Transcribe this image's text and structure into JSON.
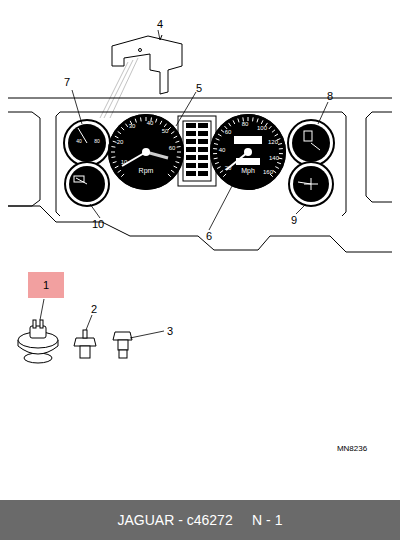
{
  "diagram": {
    "caption": "JAGUAR - c46272     N - 1",
    "nodes": [
      {
        "text": [
          "Rpm"
        ]
      },
      {
        "text": [
          "Mph"
        ]
      },
      {
        "text": [
          "1"
        ]
      },
      {
        "text": [
          "JAGUAR - c46272     N - 1"
        ]
      }
    ],
    "labels": [
      "4",
      "5",
      "7",
      "8",
      "6",
      "9",
      "10",
      "2",
      "3",
      "MN8236",
      "10",
      "20",
      "30",
      "40",
      "50",
      "60",
      "20",
      "40",
      "60",
      "80",
      "100",
      "120",
      "140",
      "160",
      "40",
      "80"
    ]
  }
}
